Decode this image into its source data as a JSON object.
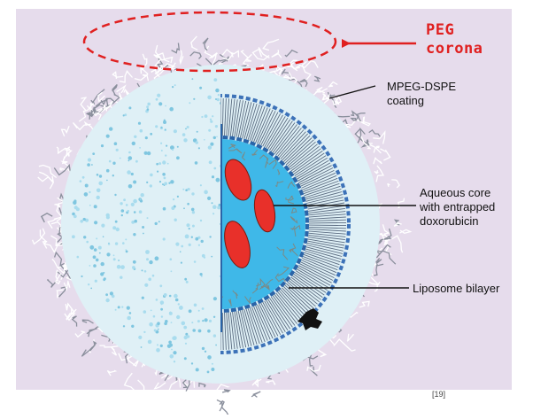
{
  "labels": {
    "peg_title_line1": "PEG",
    "peg_title_line2": "corona",
    "coating_line1": "MPEG-DSPE",
    "coating_line2": "coating",
    "core_line1": "Aqueous core",
    "core_line2": "with entrapped",
    "core_line3": "doxorubicin",
    "bilayer": "Liposome bilayer",
    "reference": "[19]"
  },
  "colors": {
    "panel_background": "#e6dcec",
    "peg_highlight": "#e02020",
    "liposome_light": "#dff0f6",
    "bilayer_band": "#2a64a8",
    "aqueous_core": "#3fb8e8",
    "doxorubicin": "#e8302a",
    "leader_lines": "#111111"
  }
}
